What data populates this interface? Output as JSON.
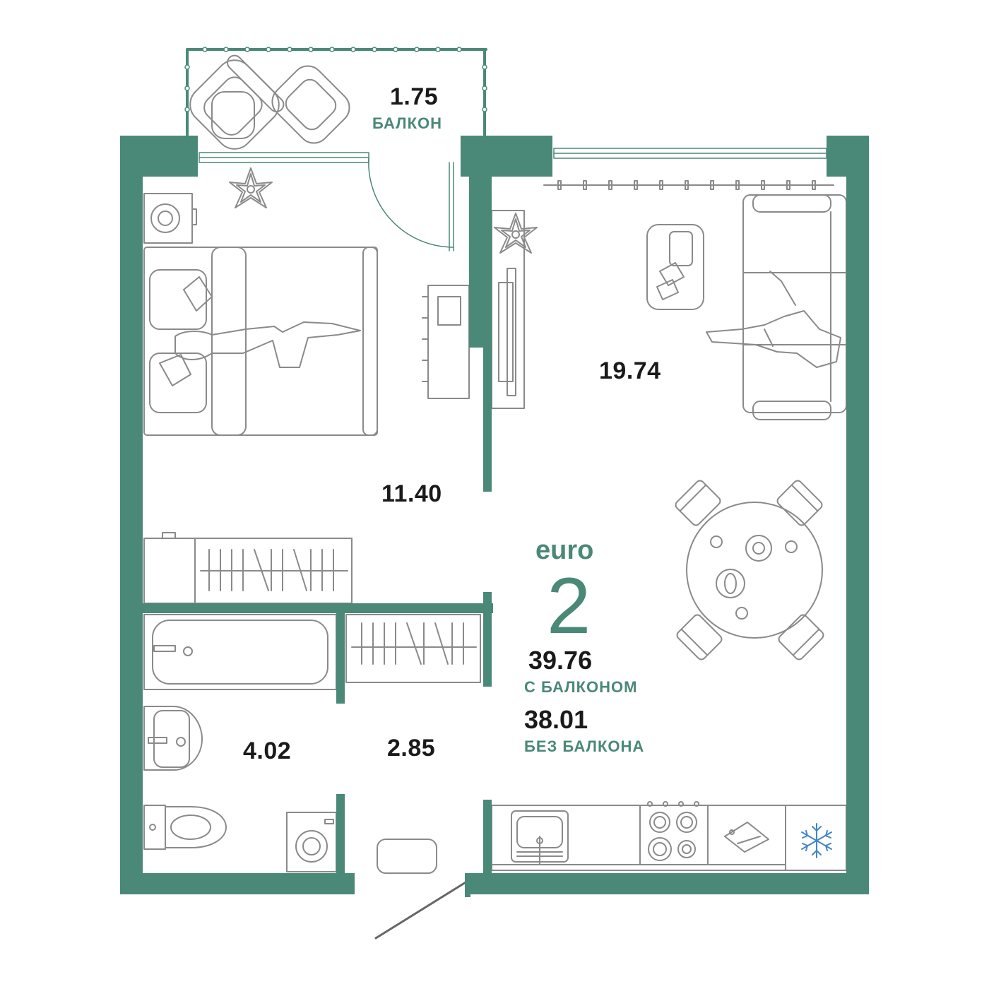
{
  "colors": {
    "wall": "#4a8878",
    "furniture_stroke": "#8a8a8a",
    "accent_text": "#4a8878",
    "text": "#1a1a1a",
    "snow": "#3f86c8"
  },
  "plan": {
    "rooms": [
      {
        "id": "balcony",
        "area": "1.75",
        "label": "БАЛКОН"
      },
      {
        "id": "living-kitchen",
        "area": "19.74"
      },
      {
        "id": "bedroom",
        "area": "11.40"
      },
      {
        "id": "bathroom",
        "area": "4.02"
      },
      {
        "id": "hallway",
        "area": "2.85"
      }
    ],
    "apartment": {
      "type_word": "euro",
      "rooms_count": "2",
      "total_with_balcony": "39.76",
      "with_balcony_label": "С БАЛКОНОМ",
      "total_without_balcony": "38.01",
      "without_balcony_label": "БЕЗ БАЛКОНА"
    },
    "icons": [
      "plant-icon",
      "armchair-icon",
      "bed-icon",
      "sofa-icon",
      "tv-icon",
      "dining-table-icon",
      "bathtub-icon",
      "sink-icon",
      "toilet-icon",
      "washing-machine-icon",
      "stove-icon",
      "kitchen-sink-icon",
      "cutting-board-icon",
      "snowflake-icon",
      "entrance-door-icon"
    ]
  }
}
